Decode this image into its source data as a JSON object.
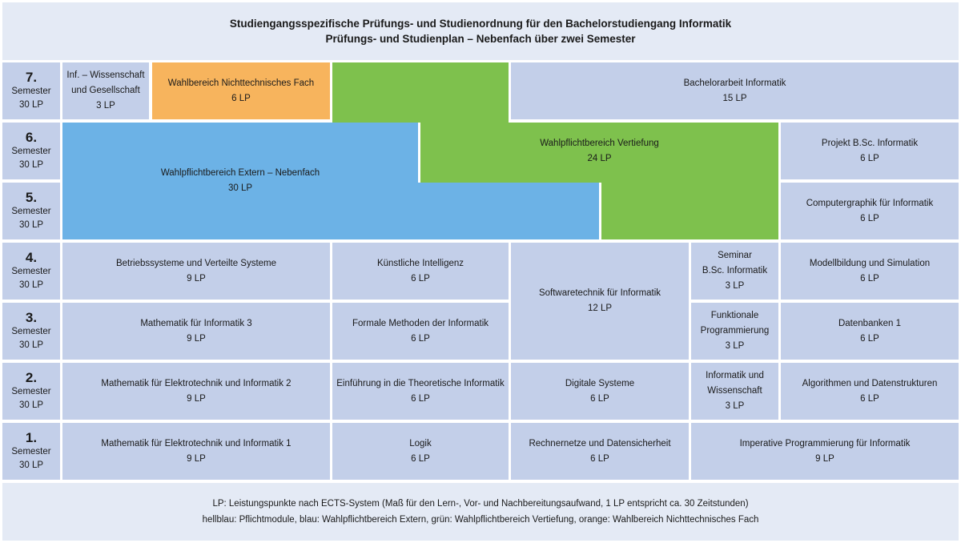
{
  "header": {
    "line1": "Studiengangsspezifische Prüfungs- und Studienordnung für den Bachelorstudiengang Informatik",
    "line2": "Prüfungs- und Studienplan – Nebenfach über zwei Semester"
  },
  "semesters": {
    "s7": {
      "num": "7.",
      "label": "Semester",
      "lp": "30 LP"
    },
    "s6": {
      "num": "6.",
      "label": "Semester",
      "lp": "30 LP"
    },
    "s5": {
      "num": "5.",
      "label": "Semester",
      "lp": "30 LP"
    },
    "s4": {
      "num": "4.",
      "label": "Semester",
      "lp": "30 LP"
    },
    "s3": {
      "num": "3.",
      "label": "Semester",
      "lp": "30 LP"
    },
    "s2": {
      "num": "2.",
      "label": "Semester",
      "lp": "30 LP"
    },
    "s1": {
      "num": "1.",
      "label": "Semester",
      "lp": "30 LP"
    }
  },
  "modules": {
    "inf_wiss_ges": {
      "name1": "Inf. – Wissenschaft",
      "name2": "und Gesellschaft",
      "lp": "3 LP"
    },
    "wahlbereich": {
      "name": "Wahlbereich Nichttechnisches Fach",
      "lp": "6 LP"
    },
    "bachelorarbeit": {
      "name": "Bachelorarbeit Informatik",
      "lp": "15 LP"
    },
    "wp_extern": {
      "name": "Wahlpflichtbereich Extern – Nebenfach",
      "lp": "30 LP"
    },
    "wp_vertiefung": {
      "name": "Wahlpflichtbereich Vertiefung",
      "lp": "24 LP"
    },
    "projekt": {
      "name": "Projekt B.Sc. Informatik",
      "lp": "6 LP"
    },
    "computergraphik": {
      "name": "Computergraphik für Informatik",
      "lp": "6 LP"
    },
    "betriebssysteme": {
      "name": "Betriebssysteme und Verteilte Systeme",
      "lp": "9 LP"
    },
    "ki": {
      "name": "Künstliche Intelligenz",
      "lp": "6 LP"
    },
    "softwaretechnik": {
      "name": "Softwaretechnik für Informatik",
      "lp": "12 LP"
    },
    "seminar": {
      "name1": "Seminar",
      "name2": "B.Sc. Informatik",
      "lp": "3 LP"
    },
    "modellbildung": {
      "name": "Modellbildung und Simulation",
      "lp": "6 LP"
    },
    "mathe3": {
      "name": "Mathematik für Informatik 3",
      "lp": "9 LP"
    },
    "formale": {
      "name": "Formale Methoden der Informatik",
      "lp": "6 LP"
    },
    "funktionale": {
      "name1": "Funktionale",
      "name2": "Programmierung",
      "lp": "3 LP"
    },
    "datenbanken": {
      "name": "Datenbanken 1",
      "lp": "6 LP"
    },
    "mathe2": {
      "name": "Mathematik für Elektrotechnik und Informatik 2",
      "lp": "9 LP"
    },
    "theoretische": {
      "name": "Einführung in die Theoretische Informatik",
      "lp": "6 LP"
    },
    "digitale": {
      "name": "Digitale Systeme",
      "lp": "6 LP"
    },
    "inf_wiss": {
      "name1": "Informatik und",
      "name2": "Wissenschaft",
      "lp": "3 LP"
    },
    "algorithmen": {
      "name": "Algorithmen und Datenstrukturen",
      "lp": "6 LP"
    },
    "mathe1": {
      "name": "Mathematik für Elektrotechnik und Informatik 1",
      "lp": "9 LP"
    },
    "logik": {
      "name": "Logik",
      "lp": "6 LP"
    },
    "rechnernetze": {
      "name": "Rechnernetze und Datensicherheit",
      "lp": "6 LP"
    },
    "imperative": {
      "name": "Imperative Programmierung für Informatik",
      "lp": "9 LP"
    }
  },
  "footer": {
    "line1": "LP: Leistungspunkte nach ECTS-System (Maß für den Lern-, Vor- und Nachbereitungsaufwand, 1 LP entspricht ca. 30 Zeitstunden)",
    "line2": "hellblau: Pflichtmodule, blau: Wahlpflichtbereich Extern, grün: Wahlpflichtbereich Vertiefung, orange: Wahlbereich Nichttechnisches Fach"
  },
  "colors": {
    "pflicht": "#c3cfe9",
    "extern": "#6cb2e6",
    "vertiefung": "#7ec14d",
    "nichttechnisch": "#f7b45d",
    "frame": "#e4eaf5"
  }
}
